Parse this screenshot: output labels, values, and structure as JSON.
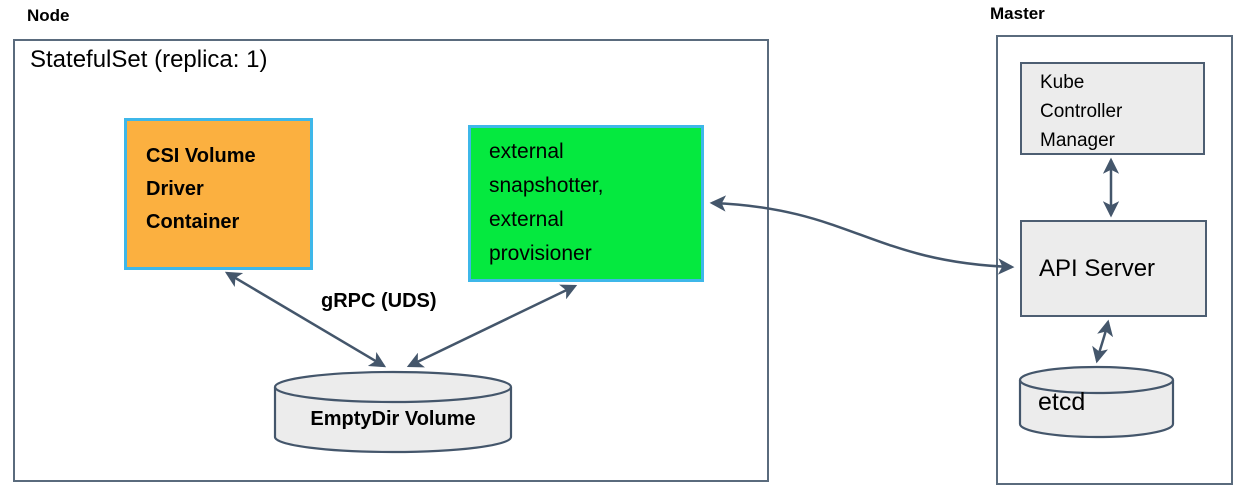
{
  "node": {
    "title": "Node",
    "statefulset": "StatefulSet (replica: 1)",
    "csi_driver": "CSI Volume Driver Container",
    "sidecars": "external snapshotter, external provisioner",
    "grpc": "gRPC (UDS)",
    "emptydir": "EmptyDir Volume"
  },
  "master": {
    "title": "Master",
    "kcm": "Kube Controller Manager",
    "api_server": "API Server",
    "etcd": "etcd"
  },
  "colors": {
    "arrow": "#44566b",
    "outline": "#5a6b7d",
    "inner_outline": "#4d5e72",
    "gray_fill": "#ececec",
    "csi_fill": "#fbb040",
    "sidecar_fill": "#05e93f",
    "highlight_border": "#3eb7e9"
  }
}
